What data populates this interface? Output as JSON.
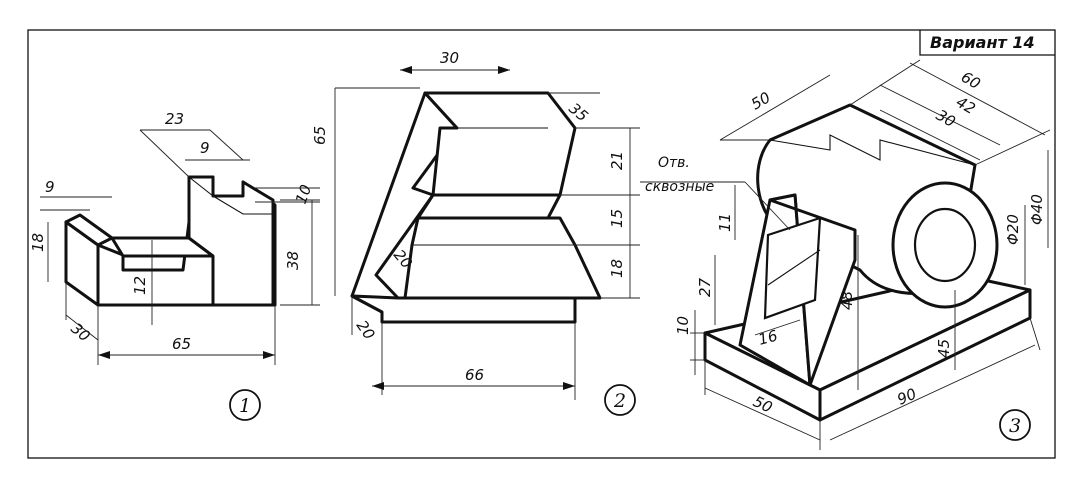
{
  "variant_label": "Вариант 14",
  "figures": [
    {
      "number": "1",
      "dimensions": {
        "d9_left": "9",
        "d23": "23",
        "d9_top": "9",
        "d10": "10",
        "d18": "18",
        "d12": "12",
        "d38": "38",
        "d30": "30",
        "d65": "65"
      }
    },
    {
      "number": "2",
      "dimensions": {
        "d30": "30",
        "d35": "35",
        "d65": "65",
        "d21": "21",
        "d15": "15",
        "d18": "18",
        "d20_slot": "20",
        "d20_base": "20",
        "d66": "66"
      }
    },
    {
      "number": "3",
      "note_line1": "Отв.",
      "note_line2": "сквозные",
      "dimensions": {
        "d60": "60",
        "d50_top": "50",
        "d42": "42",
        "d30": "30",
        "d20": "Φ20",
        "d40": "Φ40",
        "d11": "11",
        "d27": "27",
        "d16": "16",
        "d48": "48",
        "d45": "45",
        "d10": "10",
        "d50_base": "50",
        "d90": "90"
      }
    }
  ]
}
